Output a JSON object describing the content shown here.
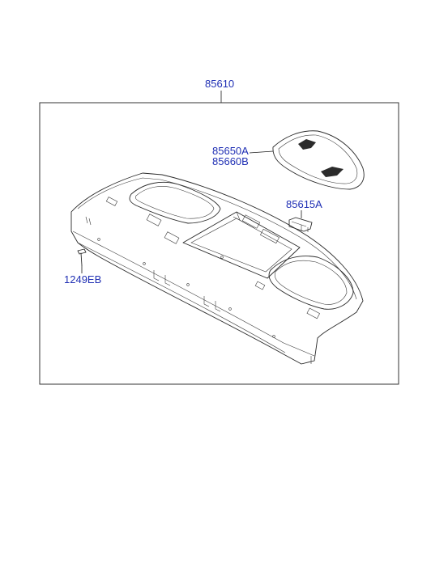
{
  "diagram": {
    "assembly_label": "85610",
    "callouts": {
      "tray_cover_1": "85650A",
      "tray_cover_2": "85660B",
      "clip": "85615A",
      "screw": "1249EB"
    },
    "label_color": "#1f2fb4",
    "line_color": "#2a2a2a"
  }
}
